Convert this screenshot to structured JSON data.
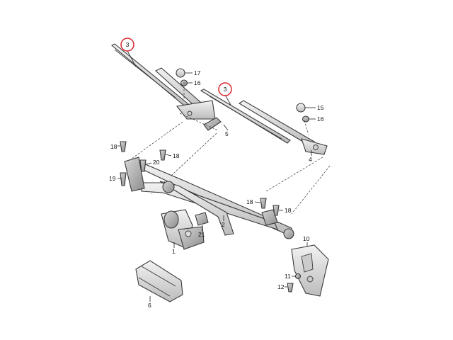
{
  "callouts": {
    "wiper_arm_left_number": "3",
    "wiper_arm_right_number": "3",
    "cap_left_number": "17",
    "nut_left_number": "16",
    "cap_right_number": "15",
    "nut_right_number": "16",
    "arm_left_base_number": "5",
    "arm_right_base_number": "4",
    "bolt_top_left_number": "18",
    "bolt_mid_20_number": "20",
    "bolt_mid_18_number": "18",
    "bolt_lower_left_number": "19",
    "bolt_right_18a_number": "18",
    "bolt_right_18b_number": "18",
    "linkage_number": "2",
    "grommet_number": "21",
    "motor_number": "1",
    "bracket_number": "10",
    "clip_number": "11",
    "screw_number": "12",
    "cover_number": "6"
  },
  "colors": {
    "highlight_circle": "#d9262c",
    "part_fill": "#e8e8e8",
    "part_fill_dark": "#bdbdbd",
    "line": "#222222"
  }
}
